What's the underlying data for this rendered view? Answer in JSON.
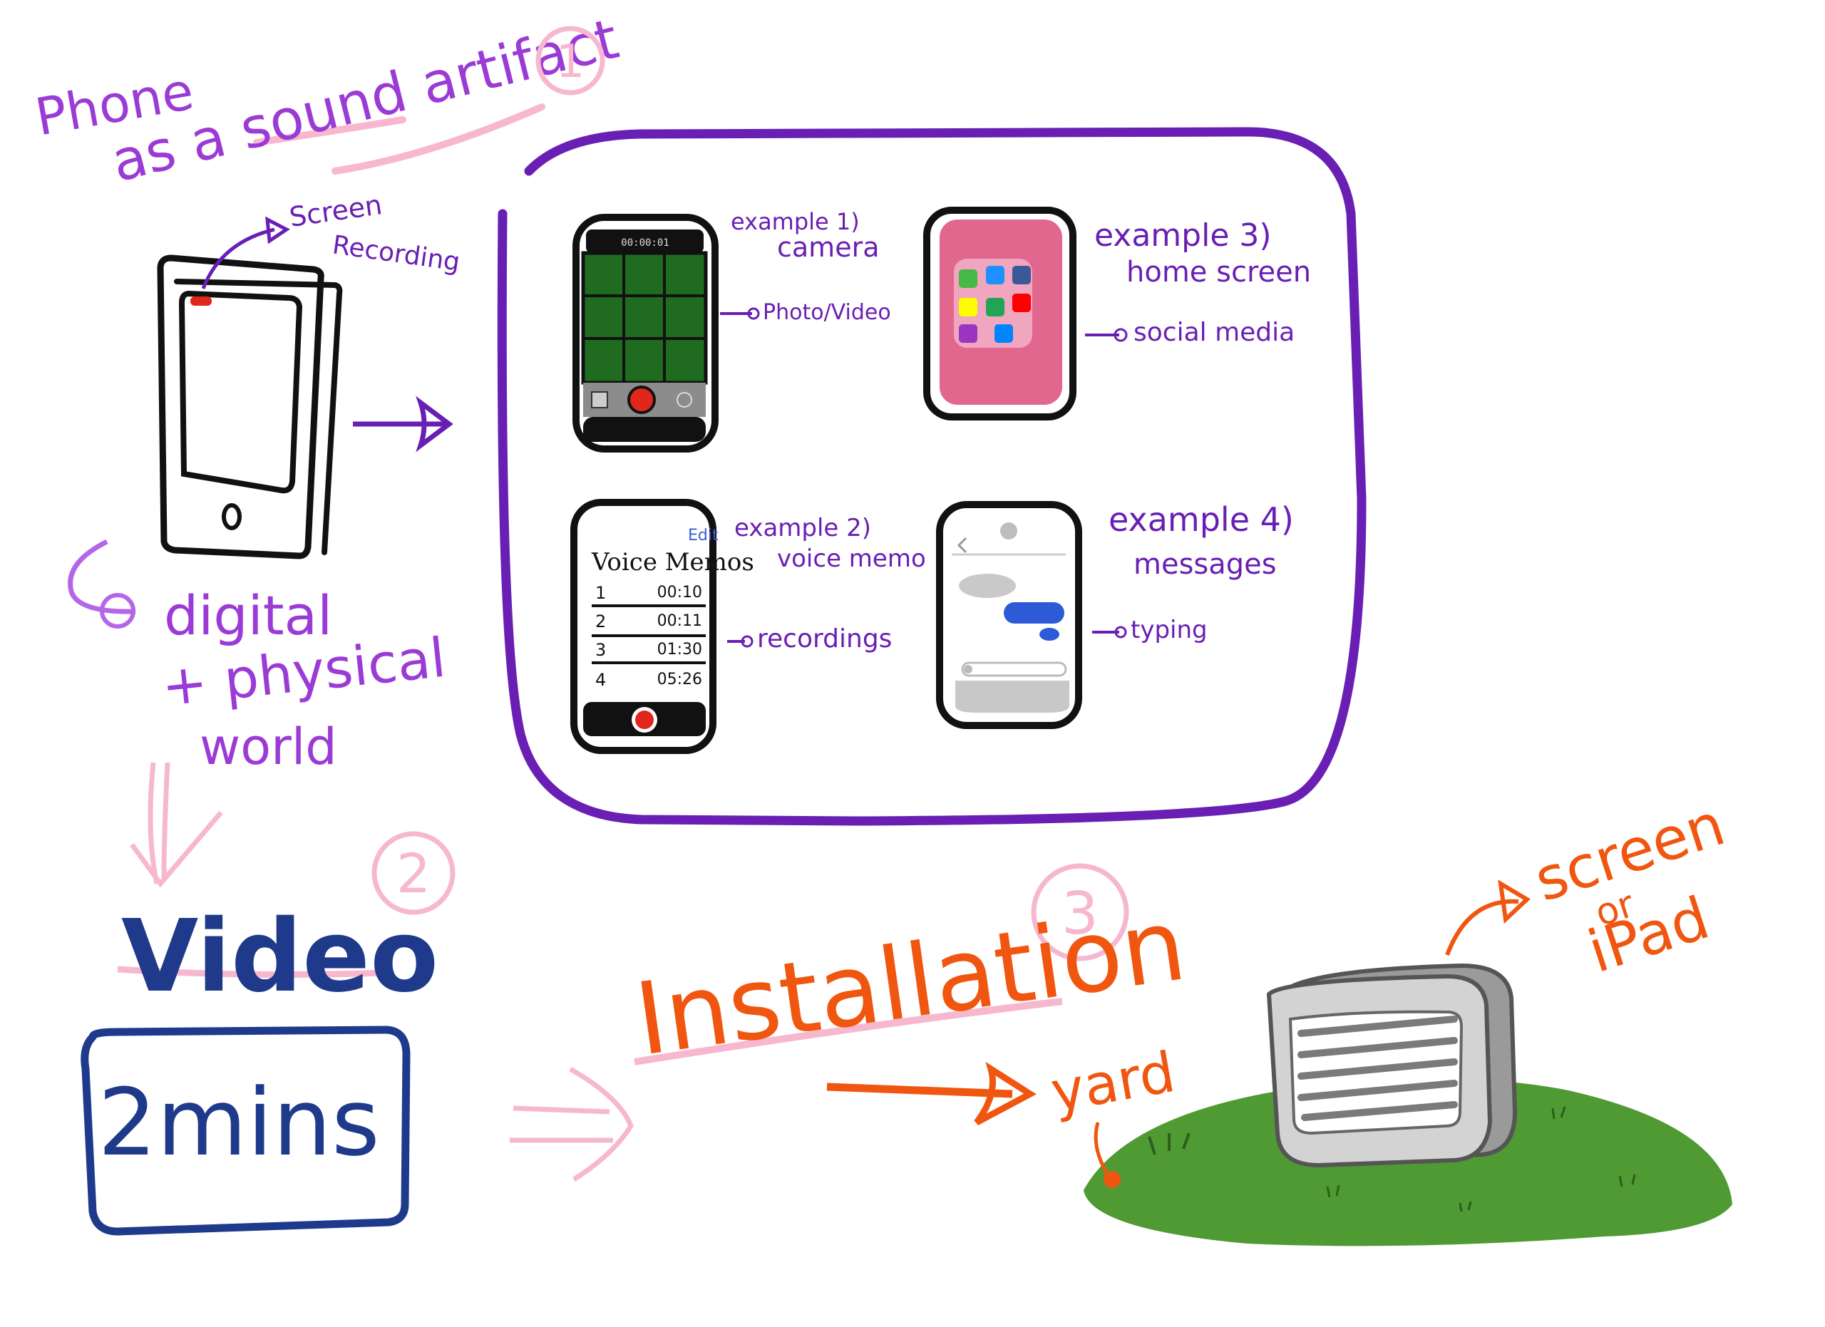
{
  "section1": {
    "number": "1",
    "title_line1": "Phone",
    "title_line2": "as a sound artifact",
    "screen_recording_line1": "Screen",
    "screen_recording_line2": "Recording",
    "digital_line1": "digital",
    "digital_line2": "+ physical",
    "digital_line3": "world"
  },
  "examples": {
    "ex1_title": "example 1)",
    "ex1_name": "camera",
    "ex1_note": "Photo/Video",
    "ex1_timer": "00:00:01",
    "ex2_title": "example 2)",
    "ex2_name": "voice memo",
    "ex2_note": "recordings",
    "ex2_app_title": "Voice Memos",
    "ex2_edit": "Edit",
    "ex2_rows": [
      {
        "n": "1",
        "t": "00:10"
      },
      {
        "n": "2",
        "t": "00:11"
      },
      {
        "n": "3",
        "t": "01:30"
      },
      {
        "n": "4",
        "t": "05:26"
      }
    ],
    "ex3_title": "example 3)",
    "ex3_name": "home screen",
    "ex3_note": "social media",
    "ex4_title": "example 4)",
    "ex4_name": "messages",
    "ex4_note": "typing"
  },
  "section2": {
    "number": "2",
    "title": "Video",
    "duration": "2mins"
  },
  "section3": {
    "number": "3",
    "title": "Installation",
    "yard": "yard",
    "screen_line1": "screen",
    "screen_line2": "or",
    "screen_line3": "iPad"
  },
  "colors": {
    "purple_text": "#9b3bd6",
    "frame_purple": "#6a1fb4",
    "pink": "#f7b8cf",
    "navy": "#1f3a8a",
    "orange": "#f0560f",
    "grass": "#4f9a33",
    "camera_green": "#1f6b1f",
    "home_pink": "#e2678f"
  }
}
